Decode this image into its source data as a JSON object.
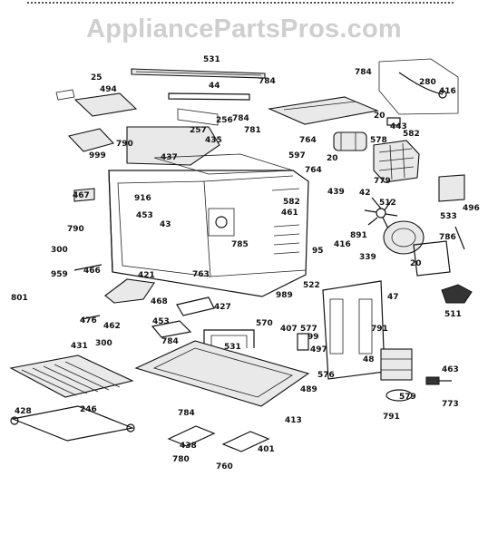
{
  "watermark": "AppliancePartsPros.com",
  "labels": [
    "531",
    "784",
    "25",
    "494",
    "44",
    "784",
    "280",
    "416",
    "784",
    "443",
    "20",
    "256",
    "257",
    "435",
    "781",
    "790",
    "999",
    "437",
    "764",
    "578",
    "582",
    "597",
    "20",
    "779",
    "764",
    "42",
    "439",
    "467",
    "916",
    "453",
    "43",
    "461",
    "512",
    "582",
    "496",
    "533",
    "790",
    "785",
    "416",
    "891",
    "95",
    "339",
    "786",
    "20",
    "300",
    "466",
    "959",
    "421",
    "763",
    "989",
    "522",
    "47",
    "801",
    "468",
    "427",
    "570",
    "577",
    "511",
    "476",
    "462",
    "453",
    "784",
    "407",
    "99",
    "791",
    "497",
    "431",
    "300",
    "531",
    "48",
    "463",
    "576",
    "489",
    "773",
    "579",
    "791",
    "428",
    "246",
    "784",
    "413",
    "438",
    "401",
    "780",
    "760"
  ]
}
